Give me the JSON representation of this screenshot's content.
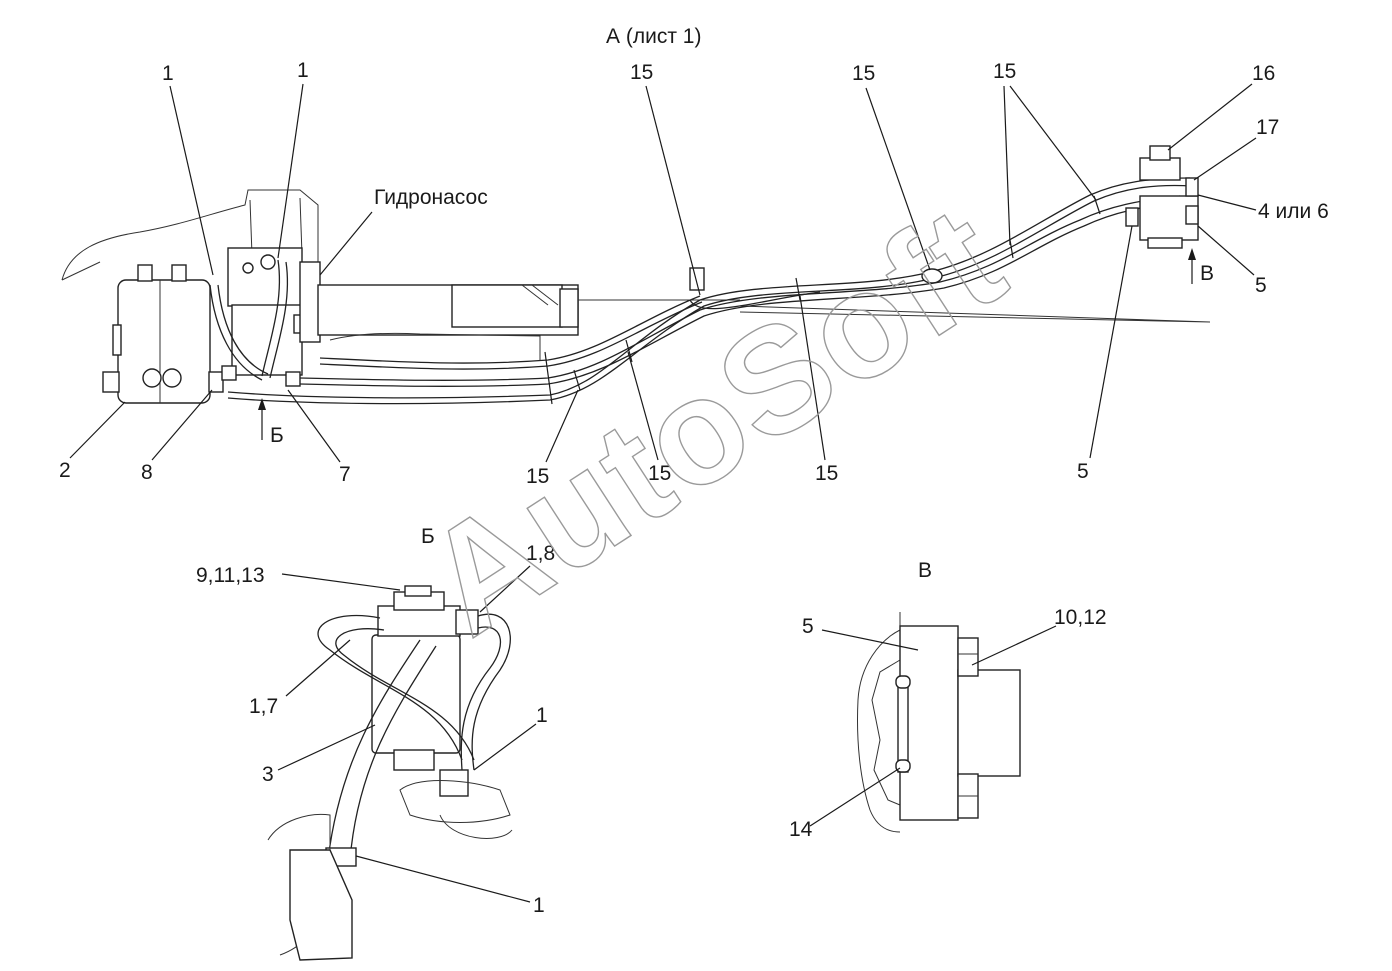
{
  "view_a_title": "А (лист 1)",
  "view_b_title": "Б",
  "view_v_title": "В",
  "pump_label": "Гидронасос",
  "arrow_b_label": "Б",
  "arrow_v_label": "В",
  "watermark": "AutoSoft",
  "callouts_a": {
    "c1a": "1",
    "c1b": "1",
    "c15a": "15",
    "c15b": "15",
    "c15c": "15",
    "c16": "16",
    "c17": "17",
    "c4or6": "4 или 6",
    "c5a": "5",
    "c5b": "5",
    "c2": "2",
    "c8": "8",
    "c7": "7",
    "c15d": "15",
    "c15e": "15",
    "c15f": "15"
  },
  "callouts_b": {
    "c91113": "9,11,13",
    "c18": "1,8",
    "c17": "1,7",
    "c3": "3",
    "c1a": "1",
    "c1b": "1"
  },
  "callouts_v": {
    "c5": "5",
    "c1012": "10,12",
    "c14": "14"
  }
}
